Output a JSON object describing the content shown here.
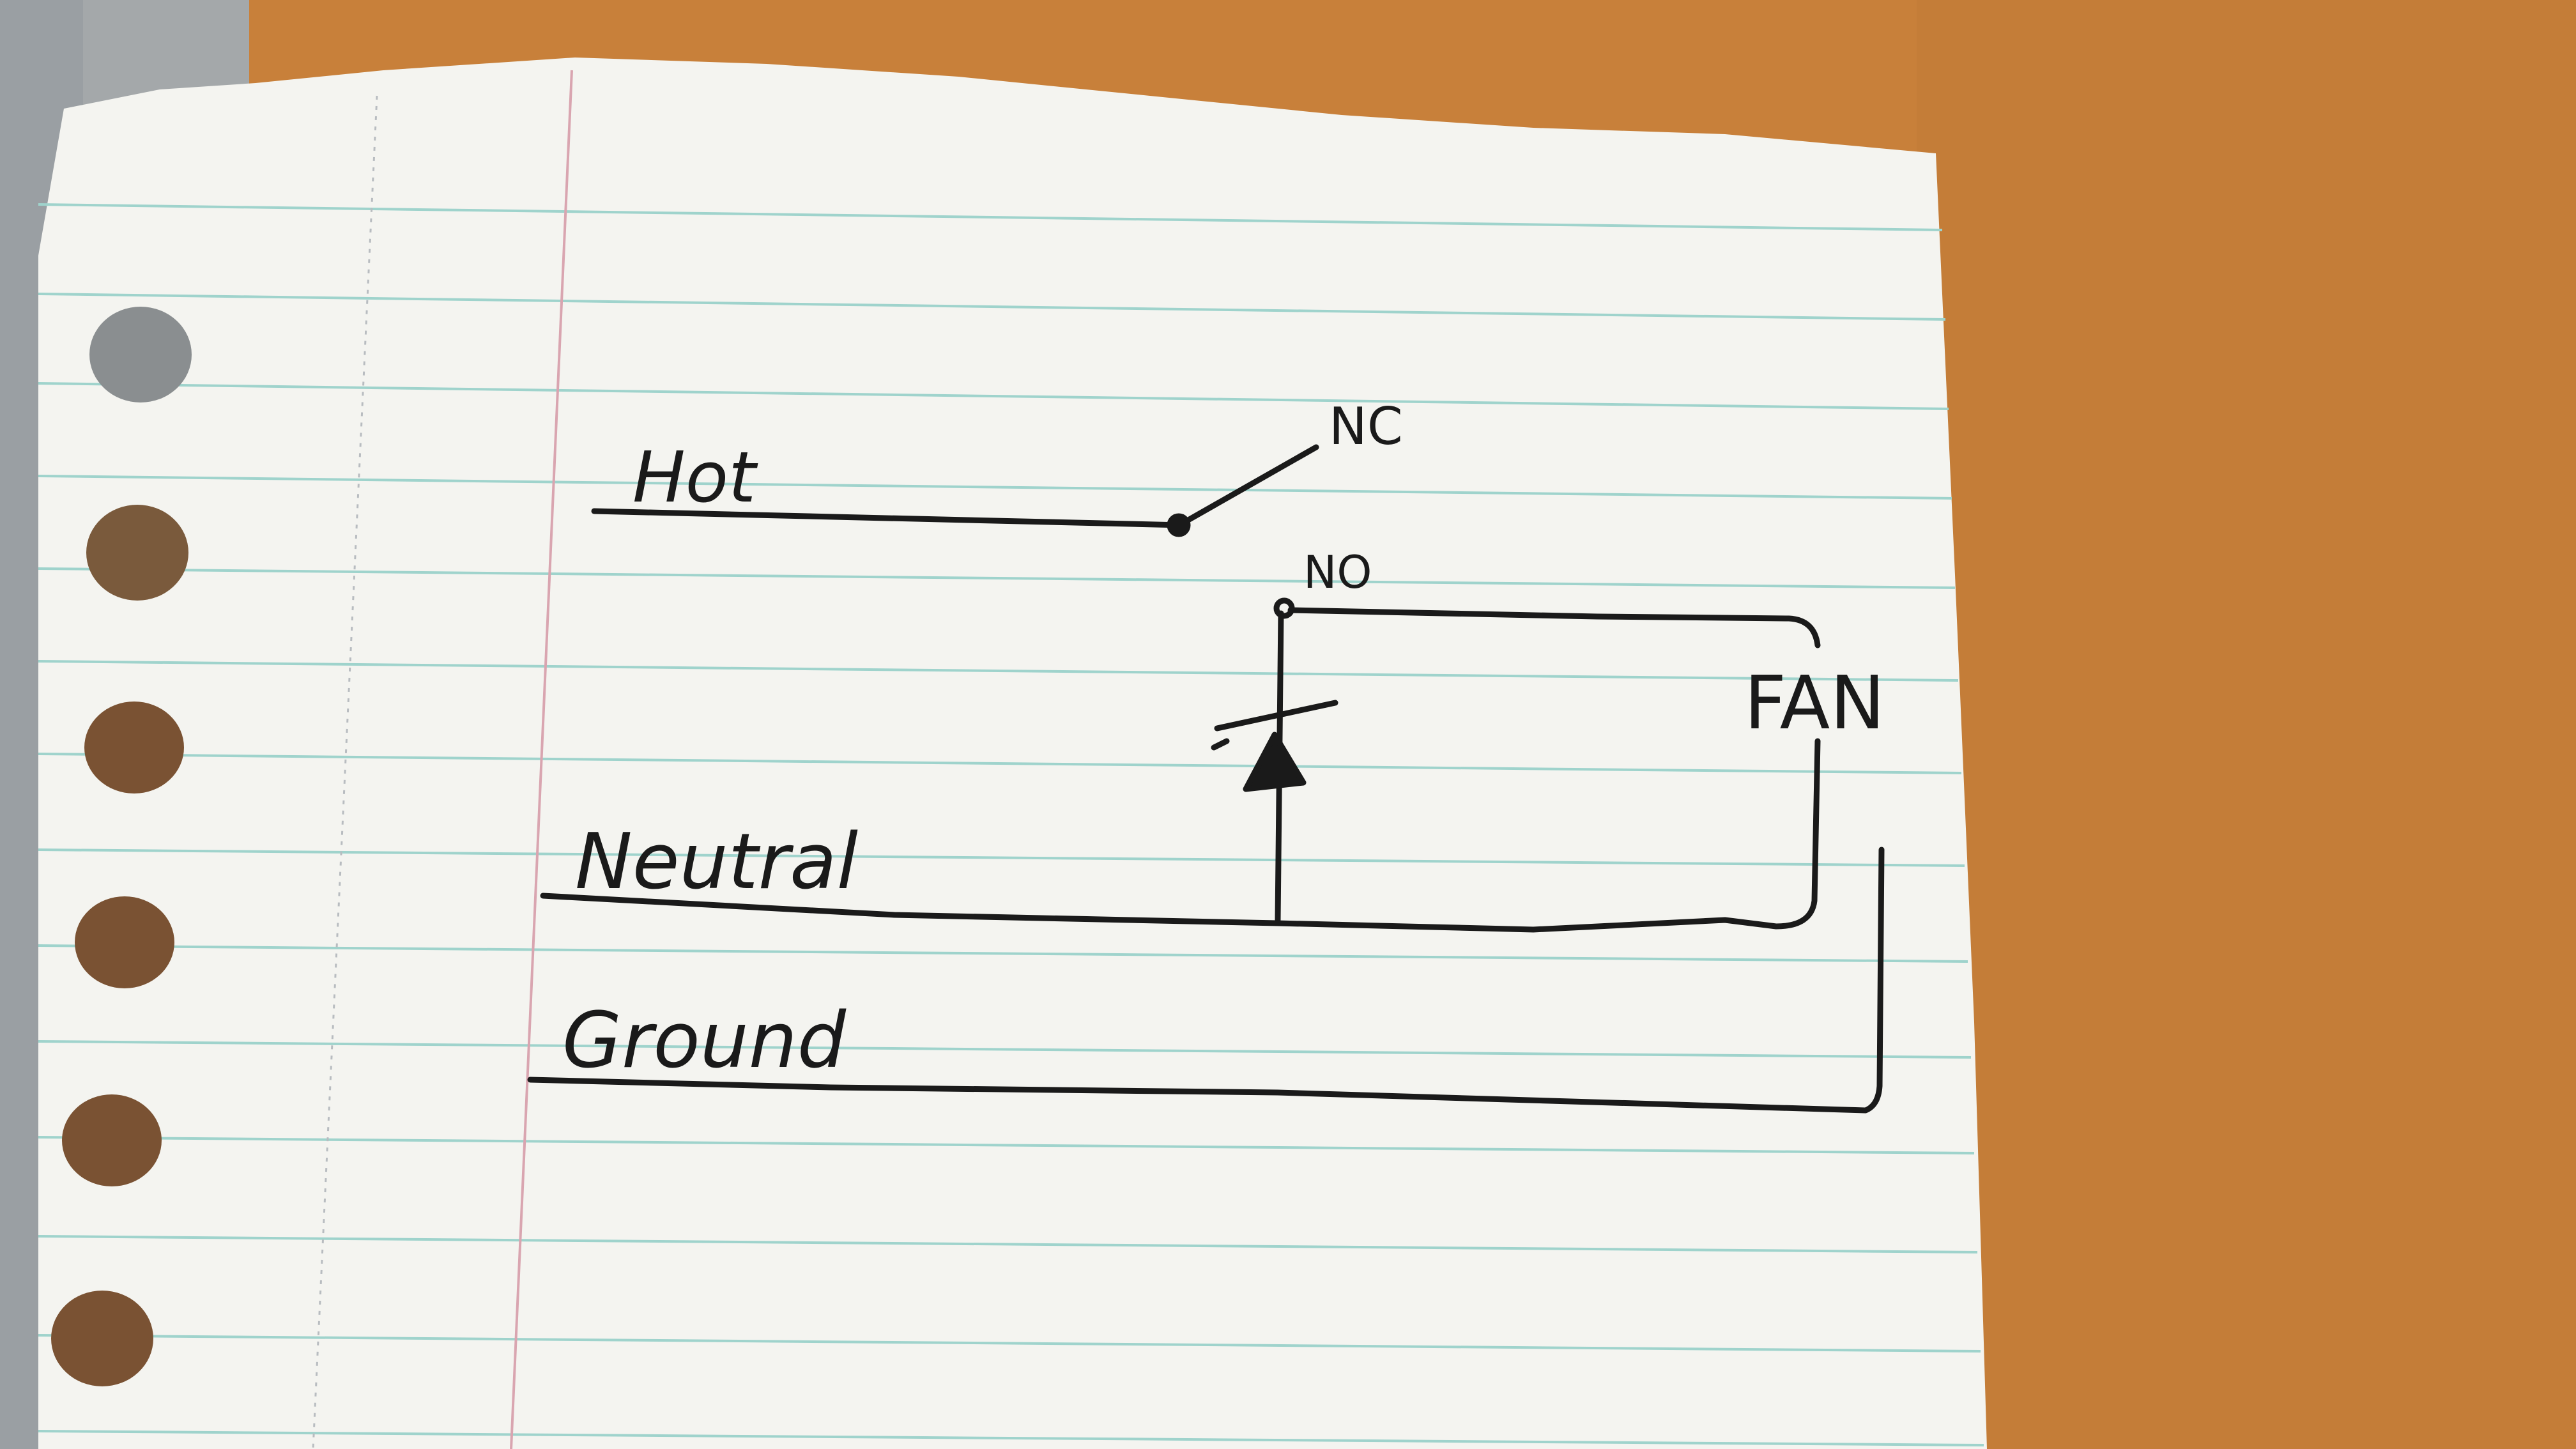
{
  "diagram": {
    "labels": {
      "hot": "Hot",
      "nc": "NC",
      "no": "NO",
      "fan": "FAN",
      "neutral": "Neutral",
      "ground": "Ground"
    }
  },
  "colors": {
    "desk": "#c8803a",
    "paper": "#f4f4f0",
    "rule_line": "#9fd3cc",
    "margin_line": "#d9a5b0",
    "ink": "#1a1a1a",
    "metal": "#9a9fa3"
  }
}
